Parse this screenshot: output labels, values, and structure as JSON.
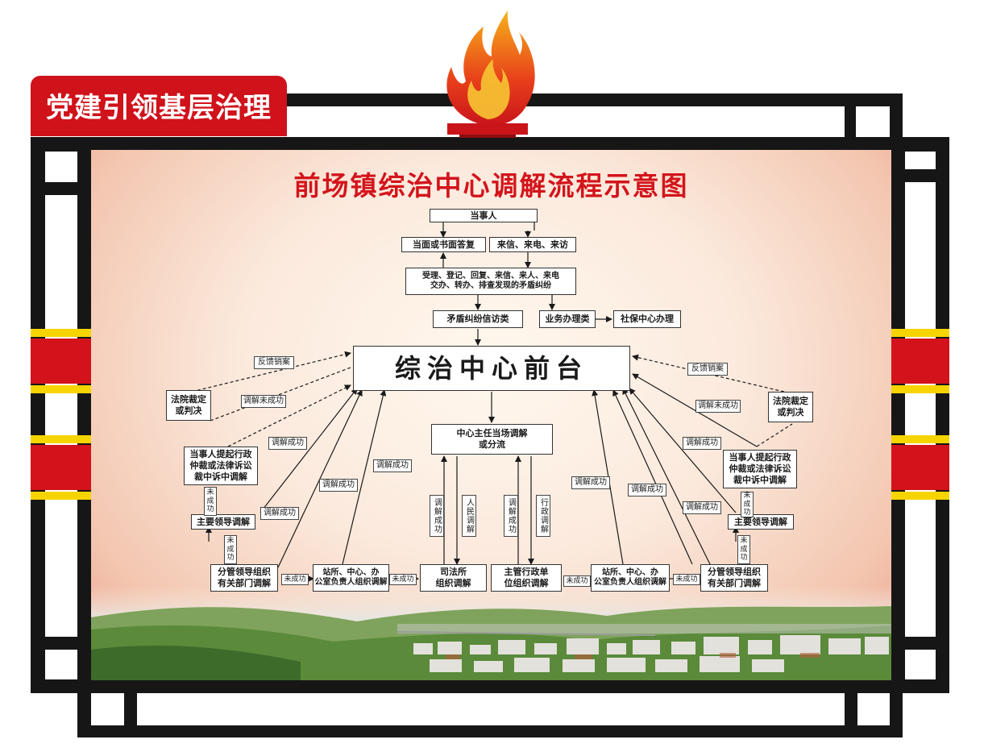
{
  "header": {
    "tab_title": "党建引领基层治理"
  },
  "board": {
    "title": "前场镇综治中心调解流程示意图"
  },
  "colors": {
    "frame": "#161616",
    "tab_red": "#d0121b",
    "title_red": "#d3141c",
    "stripe_yellow": "#f6d400",
    "stripe_red": "#d3121b"
  },
  "icons": {
    "flame": "flame-icon"
  },
  "flow": {
    "party": "当事人",
    "reply": "当面或书面答复",
    "letters": "来信、来电、来访",
    "accept": "受理、登记、回复、来信、来人、来电\n交办、转办、排查发现的矛盾纠纷",
    "petition": "矛盾纠纷信访类",
    "business": "业务办理类",
    "social": "社保中心办理",
    "center": "综治中心前台",
    "director": "中心主任当场调解\n或分流",
    "court_left": "法院裁定\n或判决",
    "court_right": "法院裁定\n或判决",
    "litigation_left": "当事人提起行政\n仲裁或法律诉讼\n裁中诉中调解",
    "litigation_right": "当事人提起行政\n仲裁或法律诉讼\n裁中诉中调解",
    "leader_left": "主要领导调解",
    "leader_right": "主要领导调解",
    "dept_left": "分管领导组织\n有关部门调解",
    "dept_right": "分管领导组织\n有关部门调解",
    "station_left": "站所、中心、办\n公室负责人组织调解",
    "station_right": "站所、中心、办\n公室负责人组织调解",
    "judicial": "司法所\n组织调解",
    "admin": "主管行政单\n位组织调解"
  },
  "labels": {
    "feedback": "反馈销案",
    "mediation_failed": "调解未成功",
    "mediation_success": "调解成功",
    "not_success_short": "未成功",
    "not_success_stack": "未\n成\n功",
    "people_mediation": "人民调解",
    "admin_mediation": "行政调解",
    "success_vertical": "调解成功"
  }
}
